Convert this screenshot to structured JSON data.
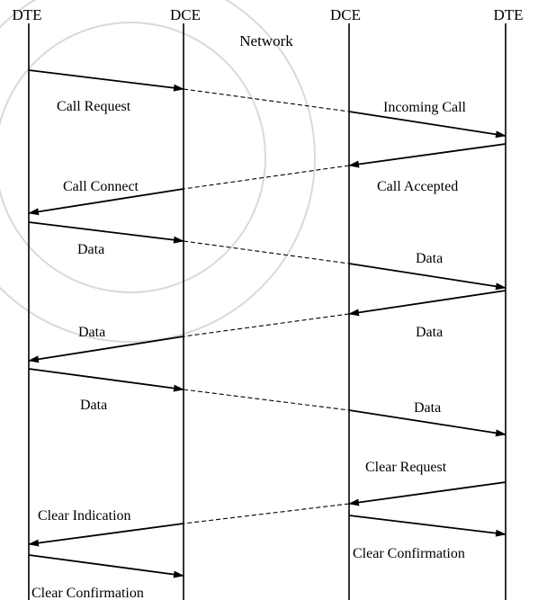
{
  "columns": {
    "dte_left": "DTE",
    "dce_left": "DCE",
    "dce_right": "DCE",
    "dte_right": "DTE",
    "network": "Network"
  },
  "messages": {
    "call_request": "Call Request",
    "incoming_call": "Incoming Call",
    "call_connect": "Call Connect",
    "call_accepted": "Call Accepted",
    "data_1_left": "Data",
    "data_1_right": "Data",
    "data_2_left": "Data",
    "data_2_right": "Data",
    "data_3_left": "Data",
    "data_3_right": "Data",
    "clear_request": "Clear Request",
    "clear_indication": "Clear Indication",
    "clear_confirmation_right": "Clear Confirmation",
    "clear_confirmation_left": "Clear Confirmation"
  }
}
